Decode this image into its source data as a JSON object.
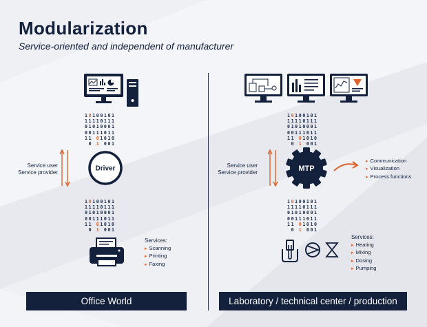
{
  "title": "Modularization",
  "subtitle": "Service-oriented and independent of manufacturer",
  "colors": {
    "navy": "#13213d",
    "orange": "#e0622a",
    "background": "#eef0f4"
  },
  "binary_rows": [
    [
      "1",
      "0",
      "1",
      "0",
      "0",
      "1",
      "0",
      "1"
    ],
    [
      "1",
      "1",
      "1",
      "1",
      "0",
      "1",
      "1",
      "1"
    ],
    [
      "0",
      "1",
      "0",
      "1",
      "0",
      "0",
      "0",
      "1"
    ],
    [
      "0",
      "0",
      "1",
      "1",
      "1",
      "0",
      "1",
      "1"
    ],
    [
      "1",
      "1",
      " ",
      "0",
      "1",
      "0",
      "1",
      "0"
    ],
    [
      " ",
      "0",
      " ",
      "1",
      " ",
      "0",
      "0",
      "1"
    ]
  ],
  "binary_orange": [
    [
      0,
      1
    ],
    [
      4,
      3
    ],
    [
      5,
      3
    ]
  ],
  "left": {
    "role_labels": {
      "user": "Service user",
      "provider": "Service provider"
    },
    "module_label": "Driver",
    "services_title": "Services:",
    "services": [
      "Scanning",
      "Printing",
      "Faxing"
    ],
    "banner": "Office World",
    "icons": [
      "desktop-computer-icon",
      "printer-icon"
    ]
  },
  "right": {
    "role_labels": {
      "user": "Service user",
      "provider": "Service provider"
    },
    "module_label": "MTP",
    "outputs": [
      "Communication",
      "Visualization",
      "Process functions"
    ],
    "services_title": "Services:",
    "services": [
      "Heating",
      "Mixing",
      "Dosing",
      "Pumping"
    ],
    "banner": "Laboratory / technical center / production",
    "icons": [
      "hmi-monitors-icon",
      "gear-icon",
      "heater-icon",
      "pump-icon",
      "valve-icon"
    ]
  }
}
